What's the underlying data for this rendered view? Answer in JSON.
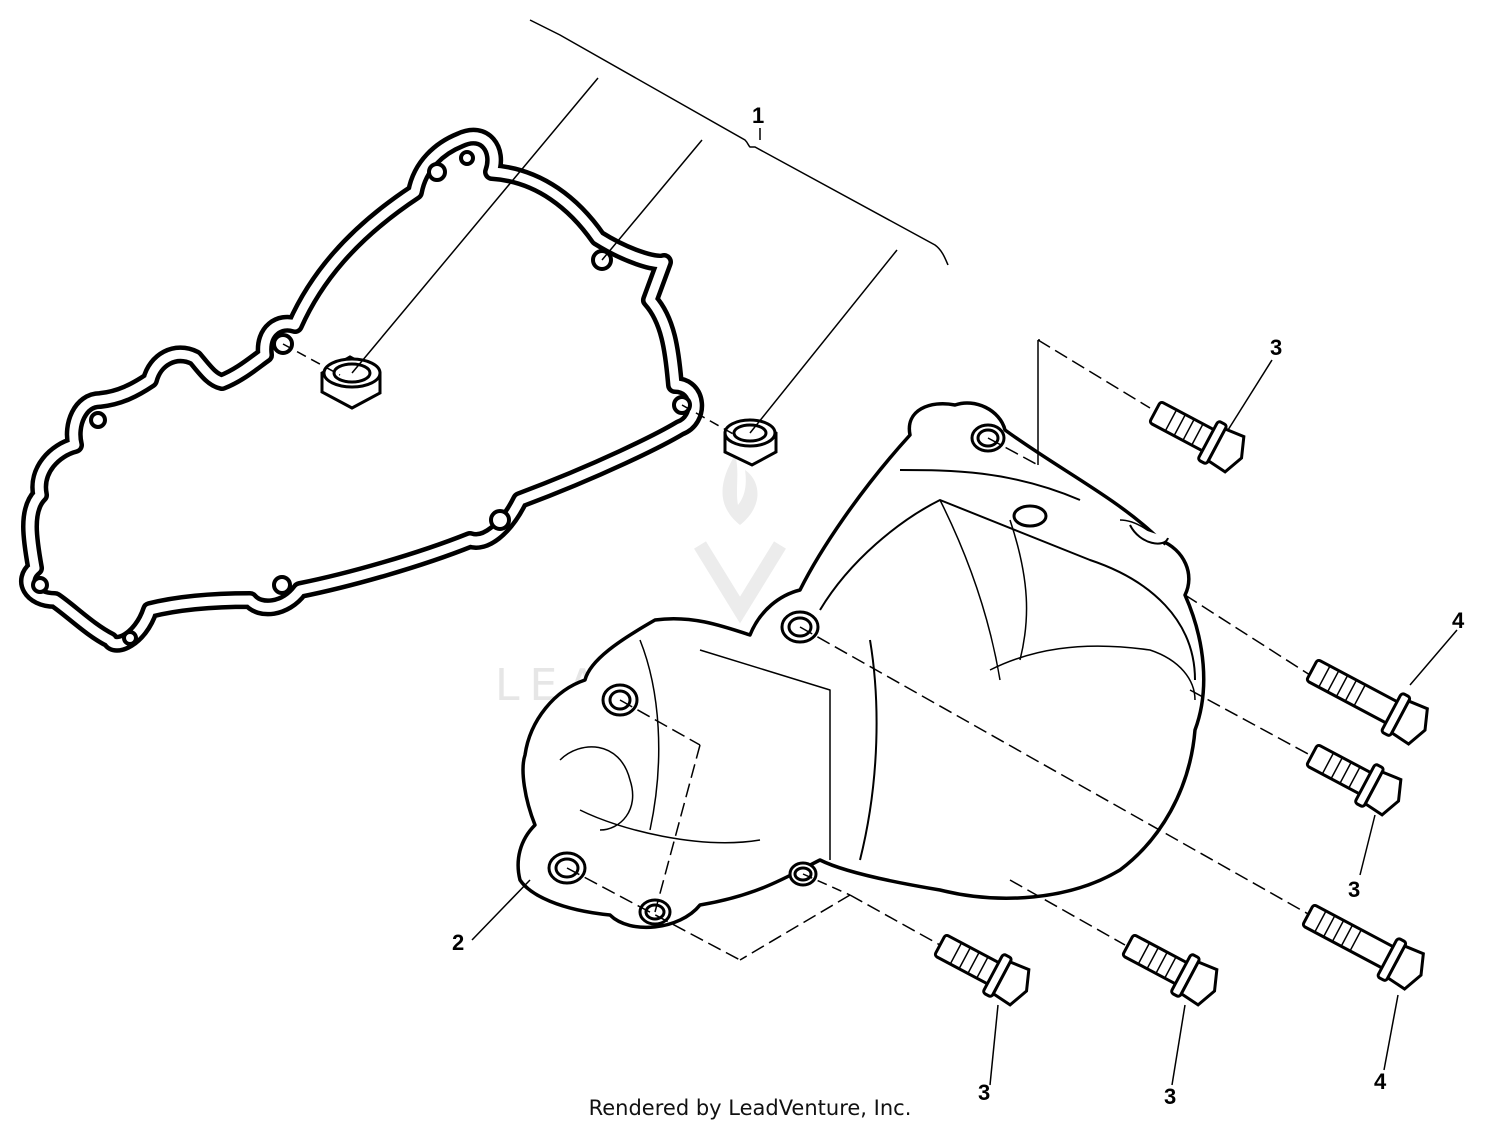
{
  "diagram": {
    "callouts": {
      "c1": "1",
      "c2": "2",
      "c3a": "3",
      "c3b": "3",
      "c3c": "3",
      "c3d": "3",
      "c4a": "4",
      "c4b": "4"
    },
    "watermark": "LEADVENTURE",
    "footer": "Rendered by LeadVenture, Inc."
  }
}
